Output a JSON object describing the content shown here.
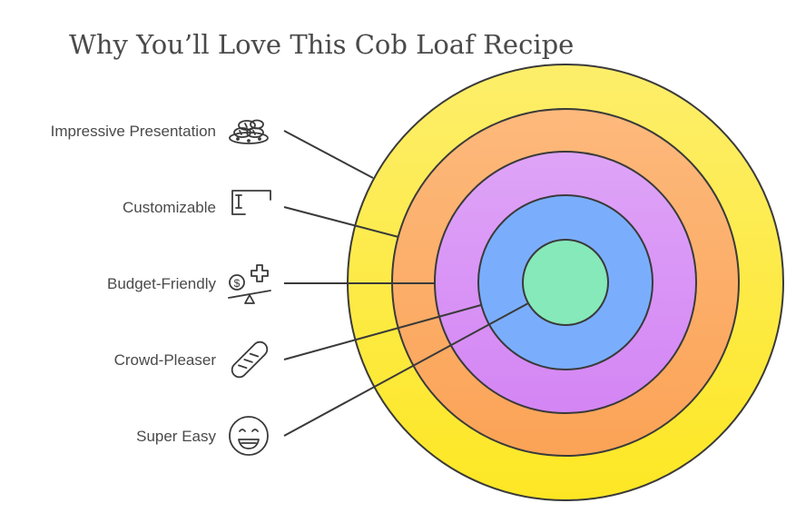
{
  "title": "Why You’ll Love This Cob Loaf Recipe",
  "colors": {
    "ring_yellow_top": "#fdee6b",
    "ring_yellow_bottom": "#fde724",
    "ring_orange_top": "#fdb97c",
    "ring_orange_bottom": "#fba356",
    "ring_purple_top": "#dea4f7",
    "ring_purple_bottom": "#d485f4",
    "ring_blue": "#7aaefd",
    "ring_green": "#86e9ba",
    "outline": "#3a3a3a",
    "text": "#4a4a4a"
  },
  "items": [
    {
      "label": "Impressive Presentation",
      "icon": "bread-stack-icon",
      "ring": "yellow"
    },
    {
      "label": "Customizable",
      "icon": "text-cursor-frame-icon",
      "ring": "orange"
    },
    {
      "label": "Budget-Friendly",
      "icon": "money-scale-plus-icon",
      "ring": "purple"
    },
    {
      "label": "Crowd-Pleaser",
      "icon": "baguette-icon",
      "ring": "blue"
    },
    {
      "label": "Super Easy",
      "icon": "smiley-face-icon",
      "ring": "green"
    }
  ]
}
